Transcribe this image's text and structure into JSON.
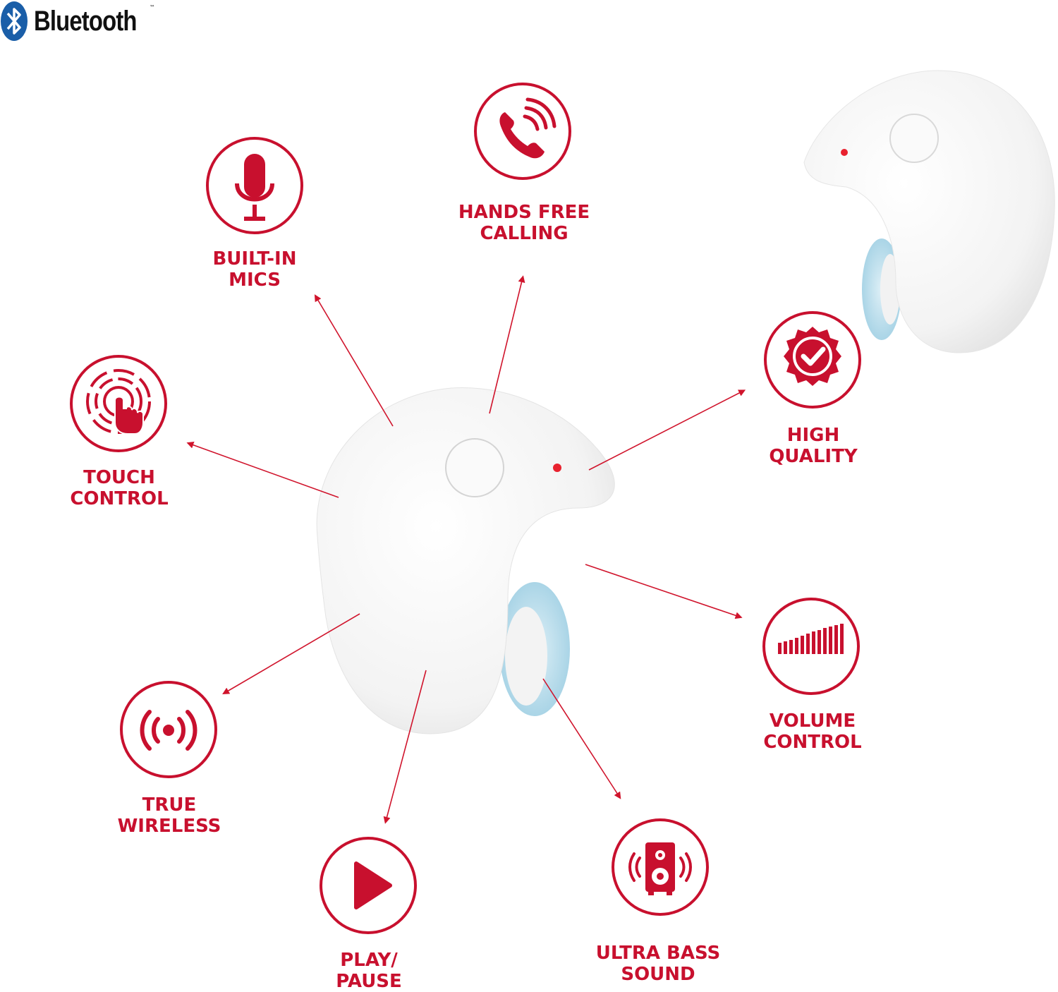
{
  "brand": {
    "name": "Bluetooth",
    "trademark": "™",
    "icon": "bluetooth-icon"
  },
  "colors": {
    "accent": "#c8102e",
    "earbud": "#f4f4f4",
    "eartip": "#a8d4e6",
    "led": "#e8222f"
  },
  "features": {
    "built_in_mics": {
      "line1": "BUILT-IN",
      "line2": "MICS",
      "icon": "microphone-icon"
    },
    "hands_free": {
      "line1": "HANDS FREE",
      "line2": "CALLING",
      "icon": "phone-ringing-icon"
    },
    "high_quality": {
      "line1": "HIGH",
      "line2": "QUALITY",
      "icon": "quality-seal-check-icon"
    },
    "touch_control": {
      "line1": "TOUCH",
      "line2": "CONTROL",
      "icon": "touch-finger-icon"
    },
    "volume_control": {
      "line1": "VOLUME",
      "line2": "CONTROL",
      "icon": "volume-bars-icon"
    },
    "true_wireless": {
      "line1": "TRUE",
      "line2": "WIRELESS",
      "icon": "wireless-signal-icon"
    },
    "play_pause": {
      "line1": "PLAY/",
      "line2": "PAUSE",
      "icon": "play-icon"
    },
    "ultra_bass": {
      "line1": "ULTRA BASS",
      "line2": "SOUND",
      "icon": "speaker-icon"
    }
  }
}
